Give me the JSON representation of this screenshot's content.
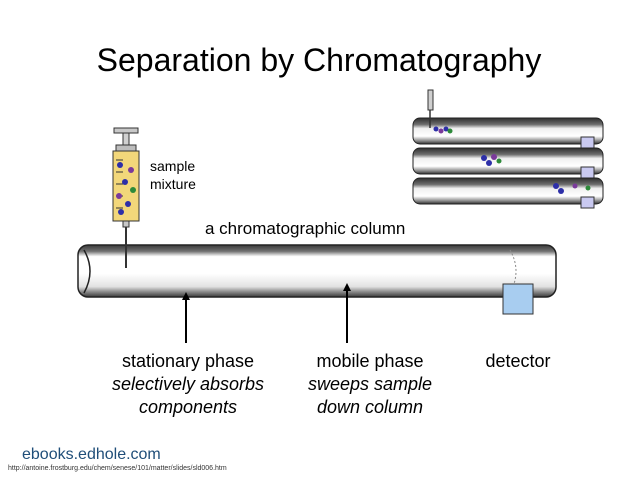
{
  "title": "Separation by Chromatography",
  "sample_label": [
    "sample",
    "mixture"
  ],
  "column_caption": "a chromatographic column",
  "stationary_phase": {
    "name": "stationary phase",
    "desc": [
      "selectively absorbs",
      "components"
    ]
  },
  "mobile_phase": {
    "name": "mobile phase",
    "desc": [
      "sweeps sample",
      "down column"
    ]
  },
  "detector_label": "detector",
  "footer": {
    "site": "ebooks.edhole.com",
    "url": "http://antoine.frostburg.edu/chem/senese/101/matter/slides/sld006.htm"
  },
  "colors": {
    "column_dark": "#4a4a4a",
    "column_light": "#f4f4f4",
    "detector": "#a8cdf0",
    "syringe_fill": "#f2d77a",
    "component_blue": "#2d2fa8",
    "component_purple": "#7a3a9a"
  }
}
